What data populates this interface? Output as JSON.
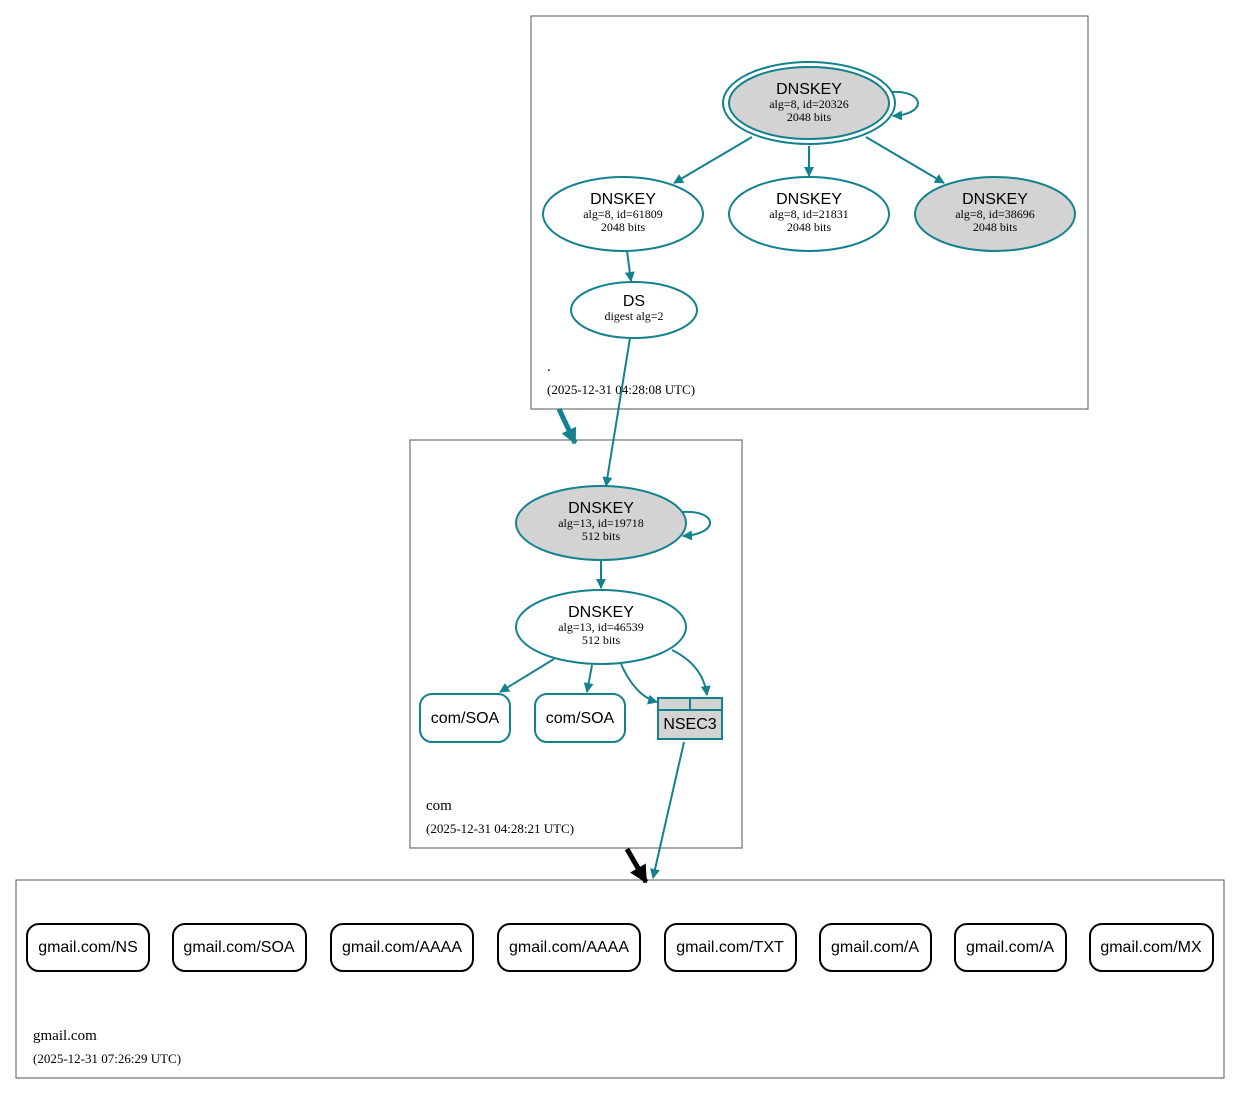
{
  "colors": {
    "edge": "#14818f",
    "secure_fill": "#d3d3d3",
    "zone_border": "#555555",
    "delegation_insecure": "#000000"
  },
  "zones": {
    "root": {
      "name": ".",
      "timestamp": "(2025-12-31 04:28:08 UTC)"
    },
    "com": {
      "name": "com",
      "timestamp": "(2025-12-31 04:28:21 UTC)"
    },
    "gmail": {
      "name": "gmail.com",
      "timestamp": "(2025-12-31 07:26:29 UTC)"
    }
  },
  "nodes": {
    "root_ksk": {
      "title": "DNSKEY",
      "detail": "alg=8, id=20326",
      "size": "2048 bits",
      "shaded": true,
      "trust_anchor": true
    },
    "root_zsk1": {
      "title": "DNSKEY",
      "detail": "alg=8, id=61809",
      "size": "2048 bits",
      "shaded": false
    },
    "root_zsk2": {
      "title": "DNSKEY",
      "detail": "alg=8, id=21831",
      "size": "2048 bits",
      "shaded": false
    },
    "root_ksk2": {
      "title": "DNSKEY",
      "detail": "alg=8, id=38696",
      "size": "2048 bits",
      "shaded": true
    },
    "root_ds": {
      "title": "DS",
      "detail": "digest alg=2"
    },
    "com_ksk": {
      "title": "DNSKEY",
      "detail": "alg=13, id=19718",
      "size": "512 bits",
      "shaded": true
    },
    "com_zsk": {
      "title": "DNSKEY",
      "detail": "alg=13, id=46539",
      "size": "512 bits",
      "shaded": false
    },
    "com_nsec3": {
      "title": "NSEC3"
    }
  },
  "com_records": [
    "com/SOA",
    "com/SOA"
  ],
  "gmail_records": [
    "gmail.com/NS",
    "gmail.com/SOA",
    "gmail.com/AAAA",
    "gmail.com/AAAA",
    "gmail.com/TXT",
    "gmail.com/A",
    "gmail.com/A",
    "gmail.com/MX"
  ]
}
